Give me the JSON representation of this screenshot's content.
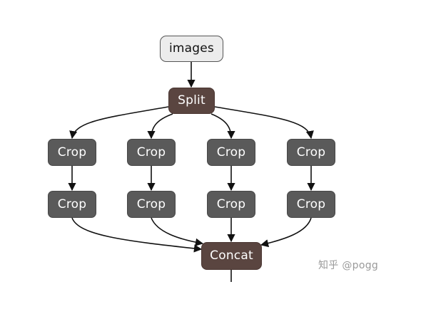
{
  "diagram": {
    "nodes": {
      "images": "images",
      "split": "Split",
      "crop_top_1": "Crop",
      "crop_top_2": "Crop",
      "crop_top_3": "Crop",
      "crop_top_4": "Crop",
      "crop_bottom_1": "Crop",
      "crop_bottom_2": "Crop",
      "crop_bottom_3": "Crop",
      "crop_bottom_4": "Crop",
      "concat": "Concat"
    },
    "edges": [
      [
        "images",
        "split"
      ],
      [
        "split",
        "crop_top_1"
      ],
      [
        "split",
        "crop_top_2"
      ],
      [
        "split",
        "crop_top_3"
      ],
      [
        "split",
        "crop_top_4"
      ],
      [
        "crop_top_1",
        "crop_bottom_1"
      ],
      [
        "crop_top_2",
        "crop_bottom_2"
      ],
      [
        "crop_top_3",
        "crop_bottom_3"
      ],
      [
        "crop_top_4",
        "crop_bottom_4"
      ],
      [
        "crop_bottom_1",
        "concat"
      ],
      [
        "crop_bottom_2",
        "concat"
      ],
      [
        "crop_bottom_3",
        "concat"
      ],
      [
        "crop_bottom_4",
        "concat"
      ]
    ],
    "colors": {
      "input_fill": "#ececec",
      "split_concat_fill": "#5a4540",
      "crop_fill": "#5a5a5a",
      "edge": "#111111"
    }
  },
  "watermark": "知乎 @pogg"
}
